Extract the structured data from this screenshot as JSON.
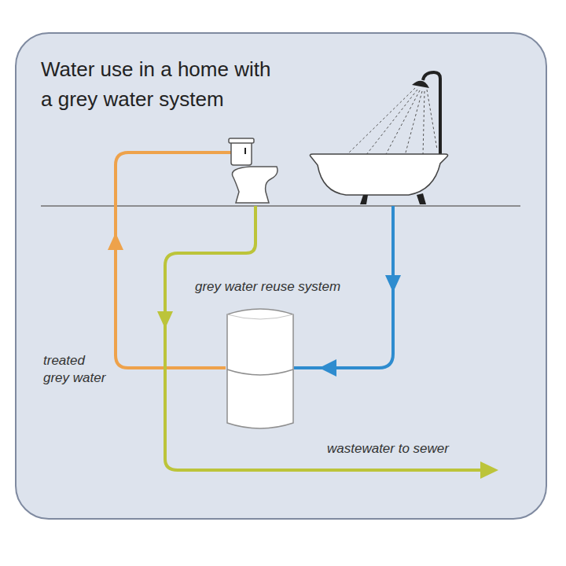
{
  "diagram": {
    "title": "Water use in a home with a grey water system",
    "nodes": [
      {
        "text": [
          "grey water reuse system"
        ]
      }
    ],
    "labels": [
      "treated grey water",
      "wastewater to sewer"
    ]
  }
}
